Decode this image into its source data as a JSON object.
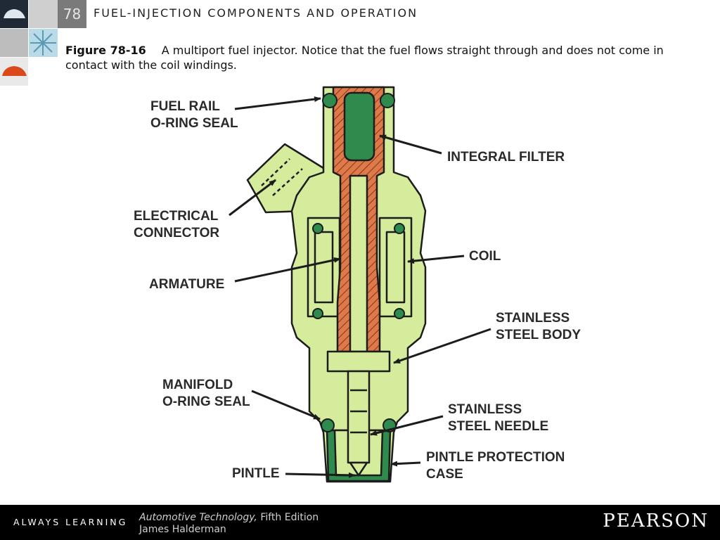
{
  "header": {
    "chapter_number": "78",
    "chapter_title": "FUEL-INJECTION COMPONENTS AND OPERATION"
  },
  "caption": {
    "figure_label": "Figure 78-16",
    "text": "A multiport fuel injector. Notice that the fuel flows straight through and does not come in contact with the coil windings."
  },
  "diagram": {
    "labels": {
      "fuel_rail_1": "FUEL RAIL",
      "fuel_rail_2": "O-RING SEAL",
      "integral_filter": "INTEGRAL FILTER",
      "electrical_1": "ELECTRICAL",
      "electrical_2": "CONNECTOR",
      "coil": "COIL",
      "armature": "ARMATURE",
      "ss_body_1": "STAINLESS",
      "ss_body_2": "STEEL BODY",
      "manifold_1": "MANIFOLD",
      "manifold_2": "O-RING SEAL",
      "ss_needle_1": "STAINLESS",
      "ss_needle_2": "STEEL NEEDLE",
      "pintle_case_1": "PINTLE PROTECTION",
      "pintle_case_2": "CASE",
      "pintle": "PINTLE"
    },
    "colors": {
      "body": "#d4ec9c",
      "core": "#e0794a",
      "seal": "#2f8a4e",
      "outline": "#1c1c1c"
    }
  },
  "footer": {
    "slogan": "ALWAYS LEARNING",
    "book_title": "Automotive Technology,",
    "edition": " Fifth Edition",
    "author": "James Halderman",
    "publisher": "PEARSON"
  }
}
